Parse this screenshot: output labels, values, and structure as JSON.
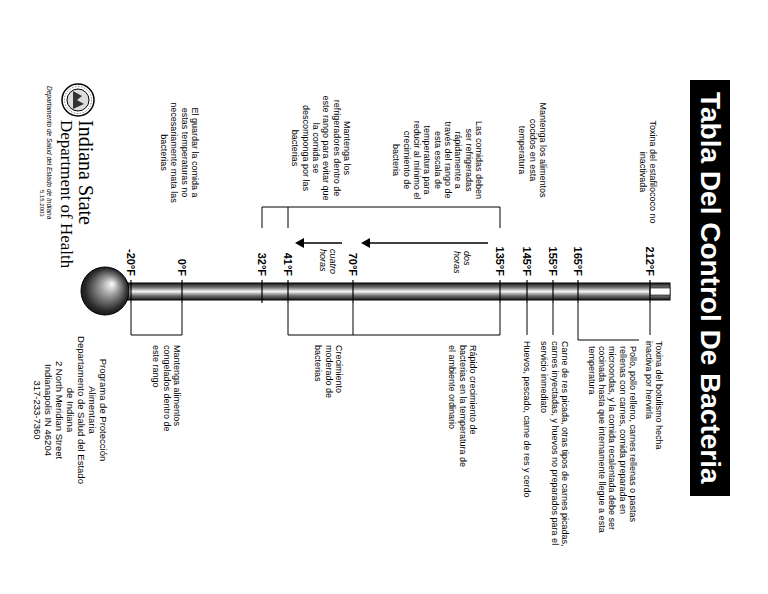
{
  "diagram": {
    "title": "Tabla Del Control De Bacteria",
    "labels": [
      "Toxina del estafilococo no inactivada",
      "212°F",
      "Toxina del botulismo hecha inactiva por hervirla",
      "165°F",
      "Pollo, pollo relleno, carnes rellenas o pastas rellenas con carnes, comida preparada en microondas, y la comida recalentada debe ser cocinada hasta que internamente llegue a esta temperatura",
      "155°F",
      "Carne de res picada, otras tipos de carnes picadas, carnes inyectadas, y huevos no preparados para el servicio inmediato",
      "145°F",
      "Huevos, pescado, carne de res y cerdo",
      "Mantenga los alimentos cocidos en esta temperatura",
      "135°F",
      "Rápido crecimiento de bacterias en la temperatura de el ambiente ordinario",
      "Las comidas deben ser refrigeradas rápidamente a través del rango de esta escala de temperatura para reducir al mínimo el crecimiento de bacteria",
      "dos horas",
      "70°F",
      "cuatro horas",
      "Crecimiento moderado de bacterias",
      "Mantenga los refrigeradores dentro de este rango para evitar que la comida se descomponga por las bacterias",
      "41°F",
      "32°F",
      "0°F",
      "Mantenga alimentos congelados dentro de este rango",
      "El guardar la comida a estas temperaturas no necesariamente mata las bacterias",
      "-20°F",
      "Indiana State",
      "Department of Health",
      "Departamento de Salud del Estado de Indiana",
      "5.15.2003",
      "Programa de Protección Alimentaria",
      "Departamento de Salud del Estado de Indiana",
      "2 North Meridian Street",
      "Indianapolis IN 46204",
      "317-233-7360"
    ]
  }
}
